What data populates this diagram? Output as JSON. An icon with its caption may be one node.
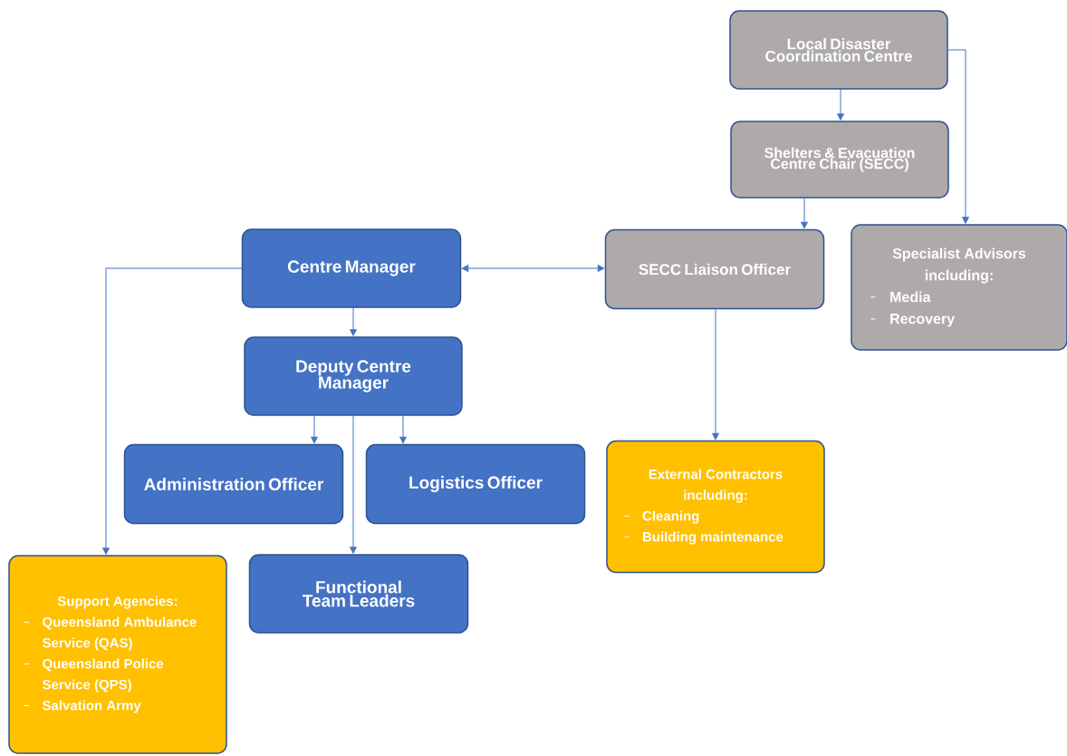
{
  "diagram": {
    "nodes": [
      {
        "text": [
          "Local Disaster Coordination Centre"
        ]
      },
      {
        "text": [
          "Shelters & Evacuation Centre Chair (SECC)"
        ]
      },
      {
        "text": [
          "Specialist Advisors including:",
          "Media",
          "Recovery"
        ]
      },
      {
        "text": [
          "Centre Manager"
        ]
      },
      {
        "text": [
          "SECC Liaison Officer"
        ]
      },
      {
        "text": [
          "Deputy Centre Manager"
        ]
      },
      {
        "text": [
          "Administration Officer"
        ]
      },
      {
        "text": [
          "Logistics Officer"
        ]
      },
      {
        "text": [
          "External Contractors including:",
          "Cleaning",
          "Building maintenance"
        ]
      },
      {
        "text": [
          "Functional Team Leaders"
        ]
      },
      {
        "text": [
          "Support Agencies:",
          "Queensland Ambulance Service (QAS)",
          "Queensland Police Service (QPS)",
          "Salvation Army"
        ]
      }
    ],
    "edges": [
      {
        "from": 0,
        "to": 1,
        "arrow": "to"
      },
      {
        "from": 0,
        "to": 2,
        "arrow": "to"
      },
      {
        "from": 1,
        "to": 4,
        "arrow": "to"
      },
      {
        "from": 3,
        "to": 4,
        "arrow": "both"
      },
      {
        "from": 3,
        "to": 10,
        "arrow": "to"
      },
      {
        "from": 3,
        "to": 5,
        "arrow": "to"
      },
      {
        "from": 5,
        "to": 6,
        "arrow": "to"
      },
      {
        "from": 5,
        "to": 7,
        "arrow": "to"
      },
      {
        "from": 5,
        "to": 9,
        "arrow": "to"
      },
      {
        "from": 4,
        "to": 8,
        "arrow": "to"
      }
    ]
  }
}
